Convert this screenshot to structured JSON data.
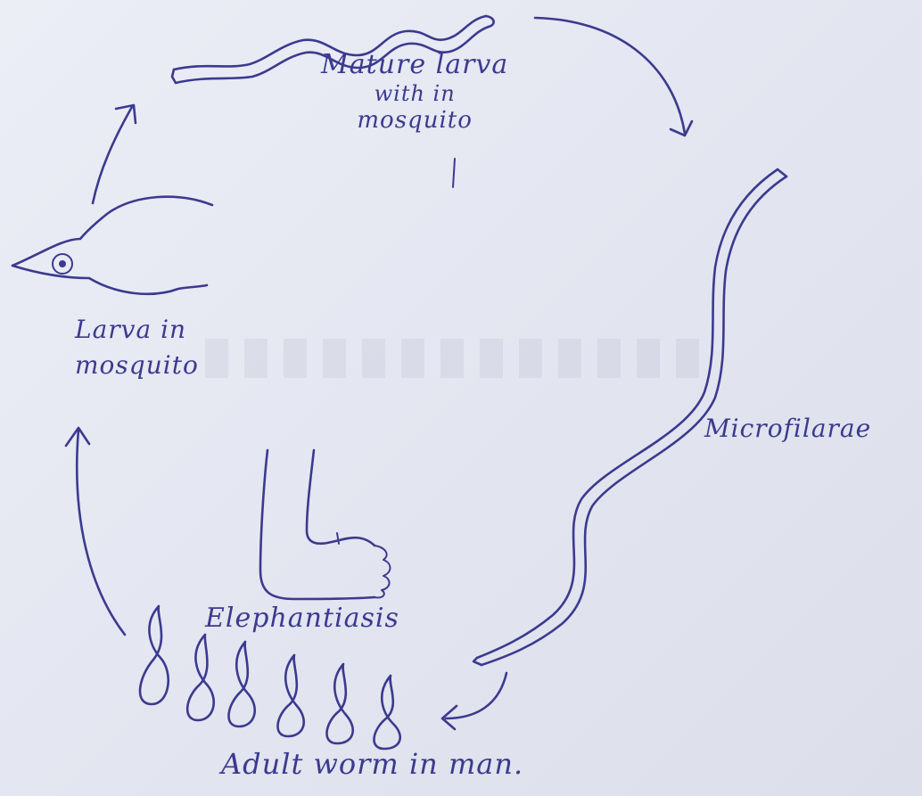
{
  "diagram": {
    "labels": {
      "mature_larva": [
        "Mature larva",
        "with in",
        "mosquito"
      ],
      "larva_in_mosquito": [
        "Larva in",
        "mosquito"
      ],
      "microfilarae": "Microfilarae",
      "elephantiasis": "Elephantiasis",
      "adult_worm": "Adult worm in man."
    },
    "colors": {
      "ink": "#3b3a8f",
      "paper": "#e6e8f2"
    }
  }
}
